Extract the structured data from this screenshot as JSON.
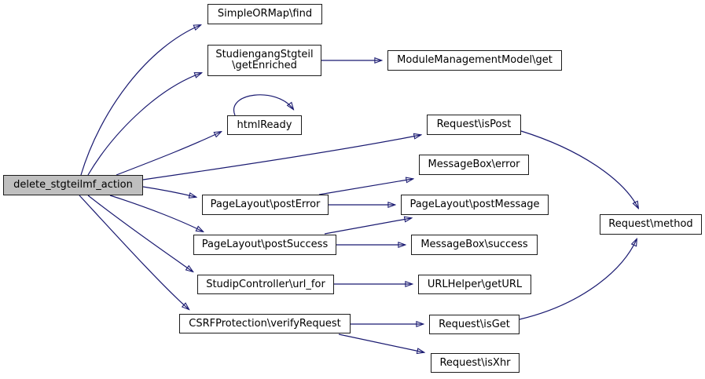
{
  "diagram": {
    "kind": "doxygen-call-graph",
    "colors": {
      "background": "#ffffff",
      "edge": "#191970",
      "node_border": "#1c1c1c",
      "node_fill": "#ffffff",
      "highlight_node_fill": "#bfbfbf",
      "text": "#000000"
    },
    "nodes": {
      "main": "delete_stgteilmf_action",
      "simpleormap_find": "SimpleORMap\\find",
      "studiengang_getenriched_line1": "StudiengangStgteil",
      "studiengang_getenriched_line2": "\\getEnriched",
      "modulemanagementmodel_get": "ModuleManagementModel\\get",
      "htmlready": "htmlReady",
      "request_ispost": "Request\\isPost",
      "messagebox_error": "MessageBox\\error",
      "pagelayout_posterror": "PageLayout\\postError",
      "pagelayout_postmessage": "PageLayout\\postMessage",
      "pagelayout_postsuccess": "PageLayout\\postSuccess",
      "messagebox_success": "MessageBox\\success",
      "studipcontroller_url_for": "StudipController\\url_for",
      "urlhelper_geturl": "URLHelper\\getURL",
      "csrfprotection_verifyrequest": "CSRFProtection\\verifyRequest",
      "request_isget": "Request\\isGet",
      "request_isxhr": "Request\\isXhr",
      "request_method": "Request\\method"
    },
    "edges": [
      "main -> SimpleORMap\\find",
      "main -> StudiengangStgteil\\getEnriched",
      "main -> htmlReady",
      "main -> Request\\isPost",
      "main -> PageLayout\\postError",
      "main -> PageLayout\\postSuccess",
      "main -> StudipController\\url_for",
      "main -> CSRFProtection\\verifyRequest",
      "StudiengangStgteil\\getEnriched -> ModuleManagementModel\\get",
      "htmlReady -> htmlReady",
      "Request\\isPost -> Request\\method",
      "PageLayout\\postError -> MessageBox\\error",
      "PageLayout\\postError -> PageLayout\\postMessage",
      "PageLayout\\postSuccess -> PageLayout\\postMessage",
      "PageLayout\\postSuccess -> MessageBox\\success",
      "StudipController\\url_for -> URLHelper\\getURL",
      "CSRFProtection\\verifyRequest -> Request\\isGet",
      "CSRFProtection\\verifyRequest -> Request\\isXhr",
      "Request\\isGet -> Request\\method"
    ]
  }
}
